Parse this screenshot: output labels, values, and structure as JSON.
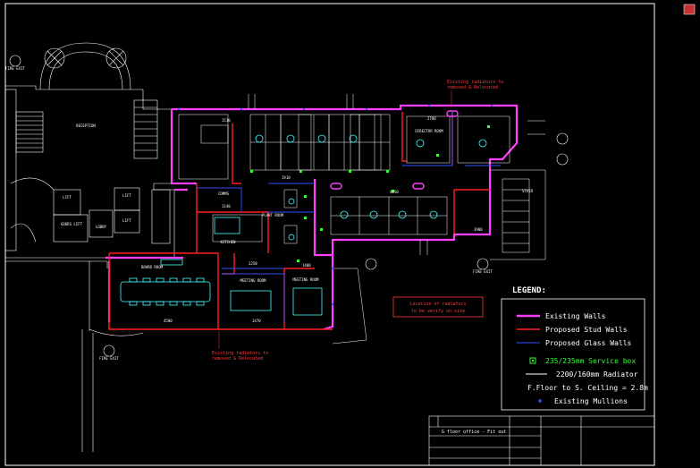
{
  "drawing": {
    "title_block_text": "G floor office - Fit out",
    "legend_title": "LEGEND:",
    "legend": [
      {
        "label": "Existing Walls",
        "color": "#ff40ff",
        "kind": "line"
      },
      {
        "label": "Proposed Stud Walls",
        "color": "#ff2020",
        "kind": "line"
      },
      {
        "label": "Proposed Glass Walls",
        "color": "#3050ff",
        "kind": "line"
      },
      {
        "label": "235/235mm Service box",
        "color": "#30ff30",
        "kind": "box"
      },
      {
        "label": "2200/160mm Radiator",
        "color": "#ffffff",
        "kind": "line"
      },
      {
        "label": "F.Floor to S. Ceiling = 2.8m",
        "color": "#ffffff",
        "kind": "text"
      },
      {
        "label": "Existing Mullions",
        "color": "#3050ff",
        "kind": "dot"
      }
    ],
    "note_box": [
      "Location of radiators",
      "to be verify on site"
    ],
    "annotations": {
      "existing_radiators_top": [
        "Existing radiators to",
        "removed & Relocated"
      ],
      "existing_radiators_bottom": [
        "Existing radiators to",
        "removed & Relocated"
      ]
    },
    "room_labels": {
      "reception": "RECEPTION",
      "lift_1": "LIFT",
      "lift_2": "LIFT",
      "lift_3": "LIFT",
      "goods_lift": "GOODS LIFT",
      "lobby": "LOBBY",
      "board_room": "BOARD ROOM",
      "kitchen": "KITCHEN",
      "comms": "COMMS",
      "plant": "PLANT ROOM",
      "meeting_1": "MEETING ROOM",
      "meeting_2": "MEETING ROOM",
      "director": "DIRECTOR ROOM",
      "fire_exit_1": "FIRE EXIT",
      "fire_exit_2": "FIRE EXIT",
      "fire_exit_3": "FIRE EXIT",
      "stair": "STAIR"
    },
    "dimensions": [
      "1510",
      "4500",
      "1470",
      "1400",
      "2780",
      "3900",
      "1910",
      "1140",
      "4050",
      "2250"
    ]
  }
}
